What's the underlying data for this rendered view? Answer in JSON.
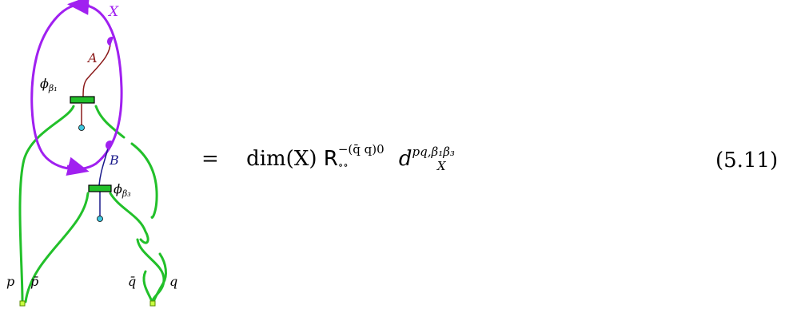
{
  "diagram": {
    "labels": {
      "X": "X",
      "A": "A",
      "B": "B",
      "phi1": "ϕ",
      "phi1_sub": "β₁",
      "phi3": "ϕ",
      "phi3_sub": "β₃",
      "p": "p",
      "pbar": "p̄",
      "qbar": "q̄",
      "q": "q"
    },
    "colors": {
      "loop_X": "#a020f0",
      "line_A": "#8b1a1a",
      "line_B": "#1a1a8b",
      "strands": "#22c02a",
      "coupon": "#22c02a",
      "dot": "#40c8e0",
      "endpoint": "#c8ff40"
    }
  },
  "equation": {
    "equals": "=",
    "dim": "dim(X)",
    "R": "R",
    "R_sup": "−(q̄ q)0",
    "R_sub": "∘∘",
    "d": "d",
    "d_sup": "pq,β₁β₃",
    "d_sub": "X"
  },
  "equation_number": "(5.11)"
}
